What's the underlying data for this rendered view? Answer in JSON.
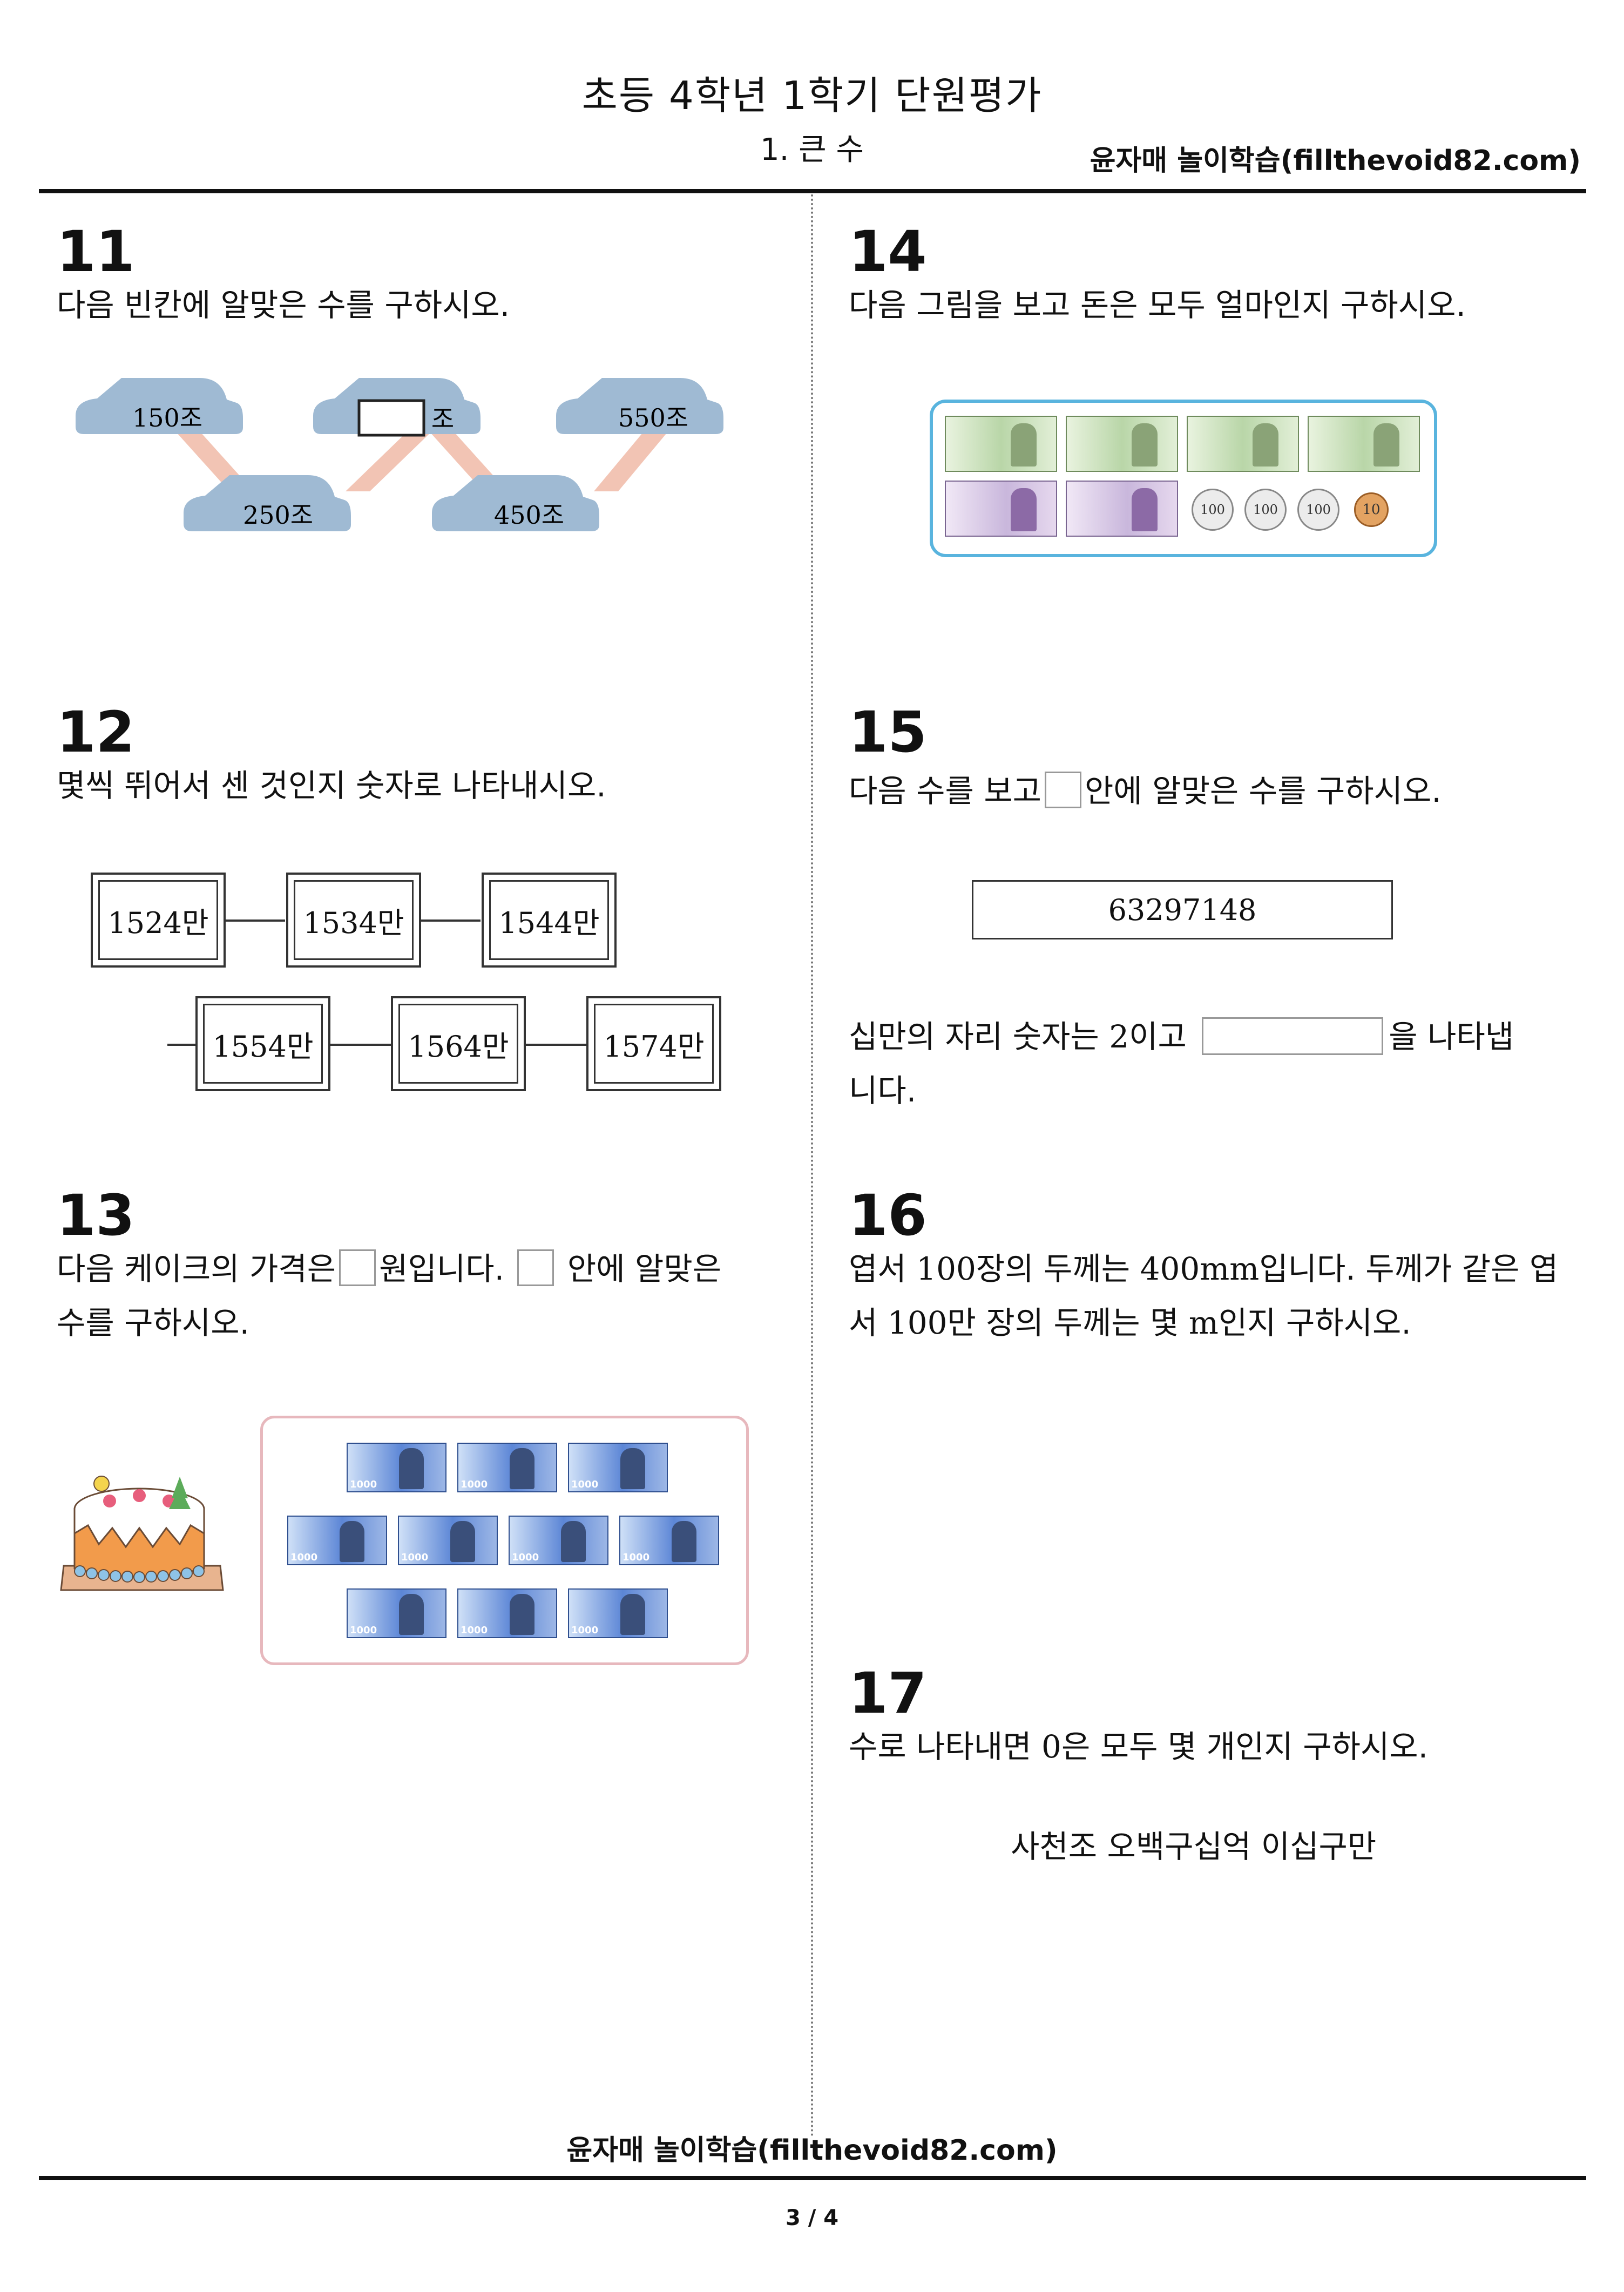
{
  "header": {
    "title": "초등 4학년 1학기 단원평가",
    "subtitle": "1. 큰 수",
    "brand": "윤자매 놀이학습(fillthevoid82.com)"
  },
  "q11": {
    "number": "11",
    "text": "다음 빈칸에 알맞은 수를 구하시오.",
    "cars": [
      "150조",
      "250조",
      "",
      "450조",
      "550조"
    ],
    "blank_unit": "조"
  },
  "q12": {
    "number": "12",
    "text": "몇씩 뛰어서 센 것인지 숫자로 나타내시오.",
    "row1": [
      "1524만",
      "1534만",
      "1544만"
    ],
    "row2": [
      "1554만",
      "1564만",
      "1574만"
    ]
  },
  "q13": {
    "number": "13",
    "text_a": "다음 케이크의 가격은",
    "text_b": "원입니다.",
    "text_c": "안에 알맞은",
    "text_d": "수를 구하시오.",
    "bill_label": "1000"
  },
  "q14": {
    "number": "14",
    "text": "다음 그림을 보고 돈은 모두 얼마인지 구하시오.",
    "coins": [
      "100",
      "100",
      "100",
      "10"
    ]
  },
  "q15": {
    "number": "15",
    "text_a": "다음 수를 보고",
    "text_b": "안에 알맞은 수를 구하시오.",
    "number_box": "63297148",
    "line1_a": "십만의 자리 숫자는",
    "line1_num": "2",
    "line1_b": "이고",
    "line1_c": "을 나타냅",
    "line2": "니다."
  },
  "q16": {
    "number": "16",
    "line1_a": "엽서",
    "line1_num": "100",
    "line1_b": "장의 두께는",
    "line1_unit": "400mm",
    "line1_c": "입니다. 두께가 같은 엽",
    "line2_a": "서",
    "line2_num": "100",
    "line2_b": "만 장의 두께는 몇",
    "line2_unit": "m",
    "line2_c": "인지 구하시오."
  },
  "q17": {
    "number": "17",
    "text_a": "수로 나타내면",
    "text_num": "0",
    "text_b": "은 모두 몇 개인지 구하시오.",
    "number_words": "사천조 오백구십억 이십구만"
  },
  "footer": {
    "brand": "윤자매 놀이학습(fillthevoid82.com)",
    "page": "3 / 4"
  },
  "colors": {
    "car": "#9fbad3",
    "connector": "#f2c4b4",
    "money_frame_q14": "#59b4de",
    "money_frame_q13": "#e7b8bd",
    "bill_green": "#b9d6a8",
    "bill_purple": "#c9b7dc",
    "bill_blue": "#5c86d6",
    "coin_bronze": "#e3a362"
  }
}
